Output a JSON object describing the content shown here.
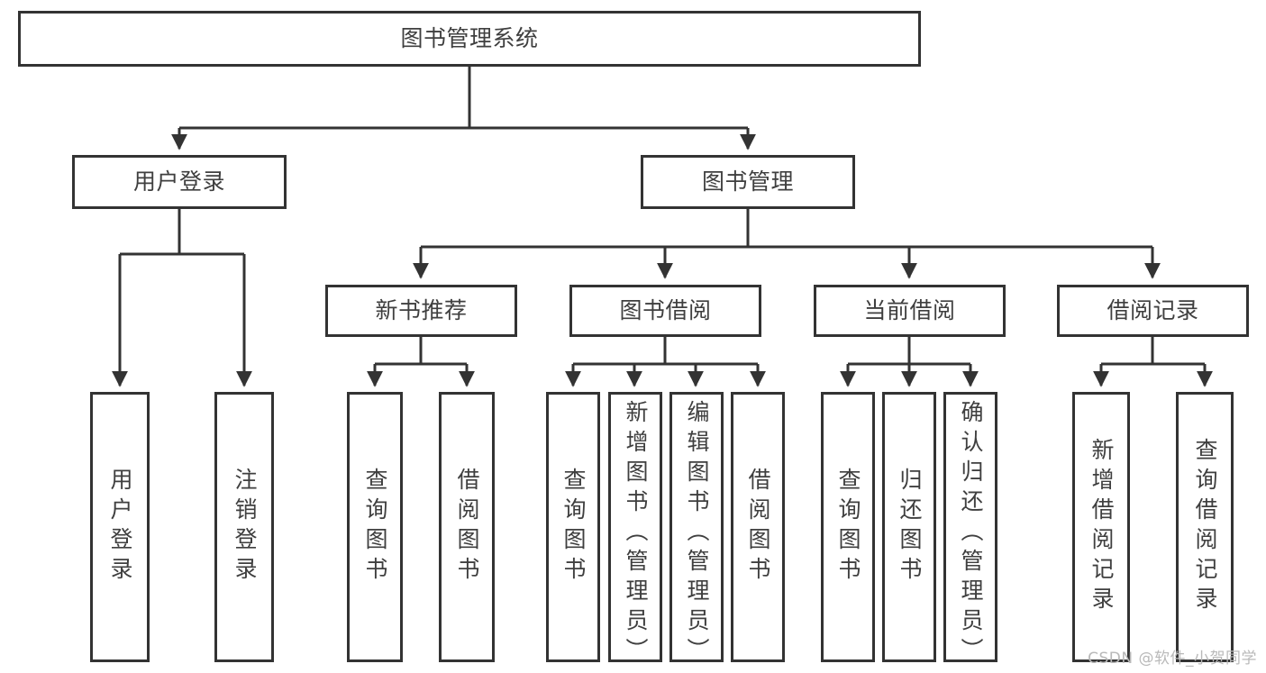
{
  "diagram": {
    "title": "图书管理系统",
    "watermark": "CSDN @软件_小贺同学",
    "root": {
      "label": "图书管理系统"
    },
    "level2": [
      {
        "label": "用户登录"
      },
      {
        "label": "图书管理"
      }
    ],
    "level3": [
      {
        "label": "新书推荐"
      },
      {
        "label": "图书借阅"
      },
      {
        "label": "当前借阅"
      },
      {
        "label": "借阅记录"
      }
    ],
    "leaves": {
      "user_login": [
        {
          "label": "用户登录"
        },
        {
          "label": "注销登录"
        }
      ],
      "new_book": [
        {
          "label": "查询图书"
        },
        {
          "label": "借阅图书"
        }
      ],
      "book_borrow": [
        {
          "label": "查询图书"
        },
        {
          "label": "新增图书（管理员）"
        },
        {
          "label": "编辑图书（管理员）"
        },
        {
          "label": "借阅图书"
        }
      ],
      "current_borrow": [
        {
          "label": "查询图书"
        },
        {
          "label": "归还图书"
        },
        {
          "label": "确认归还（管理员）"
        }
      ],
      "borrow_record": [
        {
          "label": "新增借阅记录"
        },
        {
          "label": "查询借阅记录"
        }
      ]
    },
    "colors": {
      "stroke": "#333333",
      "text": "#3f3f3f",
      "background": "#ffffff",
      "watermark": "#b9b9b9"
    }
  }
}
